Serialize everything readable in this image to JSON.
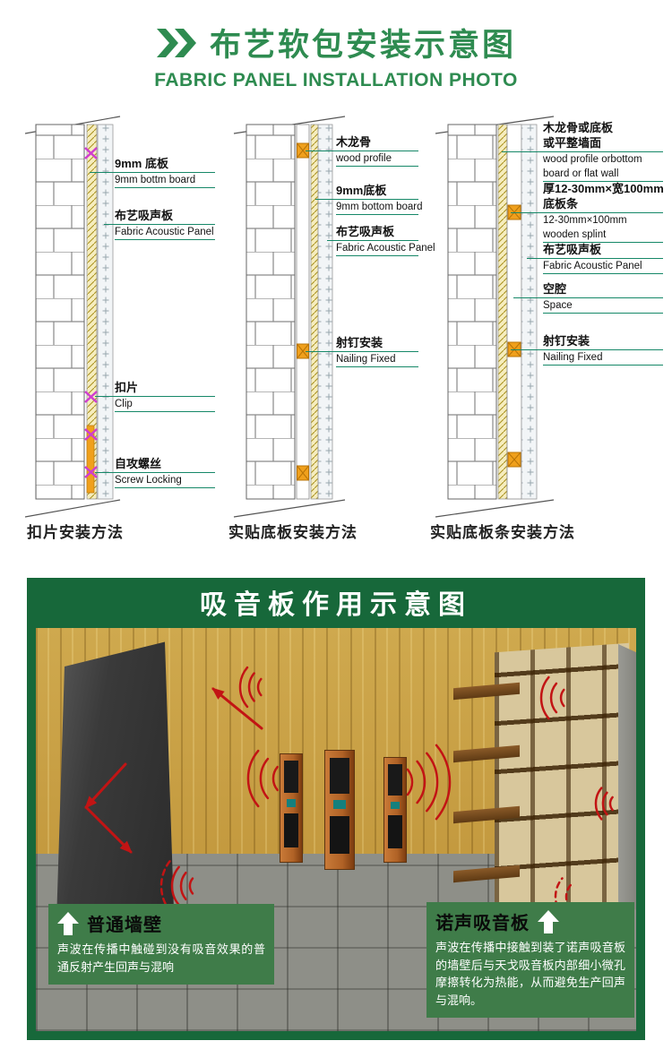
{
  "header": {
    "icon": "double-chevron-icon",
    "title_cn": "布艺软包安装示意图",
    "title_en": "FABRIC PANEL INSTALLATION PHOTO"
  },
  "diagrams": [
    {
      "caption": "扣片安装方法",
      "labels": [
        {
          "cn": "9mm 底板",
          "en": "9mm bottm board"
        },
        {
          "cn": "布艺吸声板",
          "en": "Fabric Acoustic Panel"
        },
        {
          "cn": "扣片",
          "en": "Clip"
        },
        {
          "cn": "自攻螺丝",
          "en": "Screw Locking"
        }
      ]
    },
    {
      "caption": "实贴底板安装方法",
      "labels": [
        {
          "cn": "木龙骨",
          "en": "wood profile"
        },
        {
          "cn": "9mm底板",
          "en": "9mm bottom board"
        },
        {
          "cn": "布艺吸声板",
          "en": "Fabric Acoustic Panel"
        },
        {
          "cn": "射钉安装",
          "en": "Nailing Fixed"
        }
      ]
    },
    {
      "caption": "实贴底板条安装方法",
      "labels": [
        {
          "cn": "木龙骨或底板",
          "cn2": "或平整墙面",
          "en": "wood profile orbottom",
          "en2": "board or flat wall"
        },
        {
          "cn": "厚12-30mm×宽100mm",
          "cn2": "底板条",
          "en": "12-30mm×100mm",
          "en2": "wooden splint"
        },
        {
          "cn": "布艺吸声板",
          "en": "Fabric Acoustic Panel"
        },
        {
          "cn": "空腔",
          "en": "Space"
        },
        {
          "cn": "射钉安装",
          "en": "Nailing Fixed"
        }
      ]
    }
  ],
  "scene": {
    "title": "吸音板作用示意图",
    "callouts": [
      {
        "icon": "up-arrow-icon",
        "title": "普通墙壁",
        "body": "声波在传播中触碰到没有吸音效果的普通反射产生回声与混响"
      },
      {
        "icon": "up-arrow-icon",
        "title": "诺声吸音板",
        "body": "声波在传播中接触到装了诺声吸音板的墙壁后与天戈吸音板内部细小微孔摩擦转化为热能，从而避免生产回声与混响。"
      }
    ]
  },
  "colors": {
    "accent_green": "#2e8b50",
    "leader_green": "#168868",
    "scene_border_green": "#17683a",
    "callout_green": "#3f7c49",
    "wave_red": "#c21414",
    "wood_orange": "#f0a01c",
    "clip_magenta": "#cf3ecf"
  }
}
